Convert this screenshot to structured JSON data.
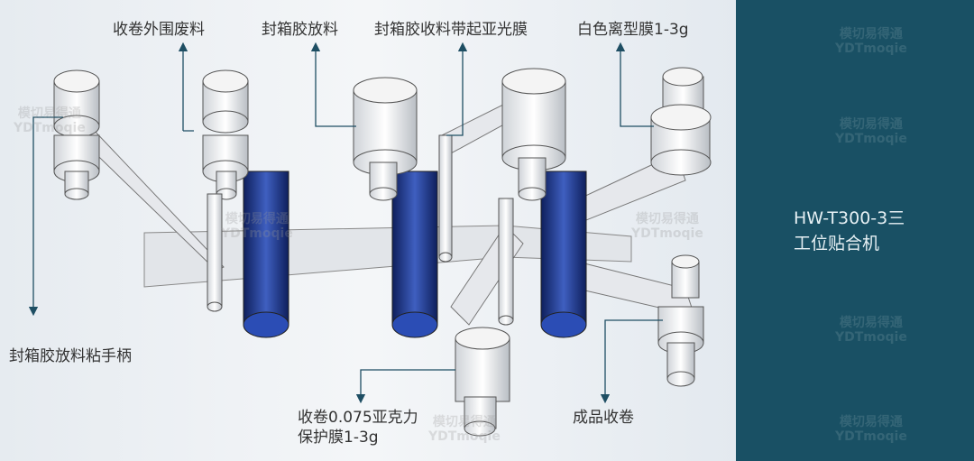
{
  "labels": {
    "top": [
      "收卷外围废料",
      "封箱胶放料",
      "封箱胶收料带起亚光膜",
      "白色离型膜1-3g"
    ],
    "handle": "封箱胶放料粘手柄",
    "bottom_left_line1": "收卷0.075亚克力",
    "bottom_left_line2": "保护膜1-3g",
    "finished": "成品收卷"
  },
  "panel": {
    "line1": "HW-T300-3三",
    "line2": "工位贴合机",
    "color": "#195064"
  },
  "watermark": {
    "cn": "模切易得通",
    "en": "YDTmoqie"
  },
  "colors": {
    "roller_blue": "#1f3a8a",
    "arrow": "#1e4e63"
  }
}
